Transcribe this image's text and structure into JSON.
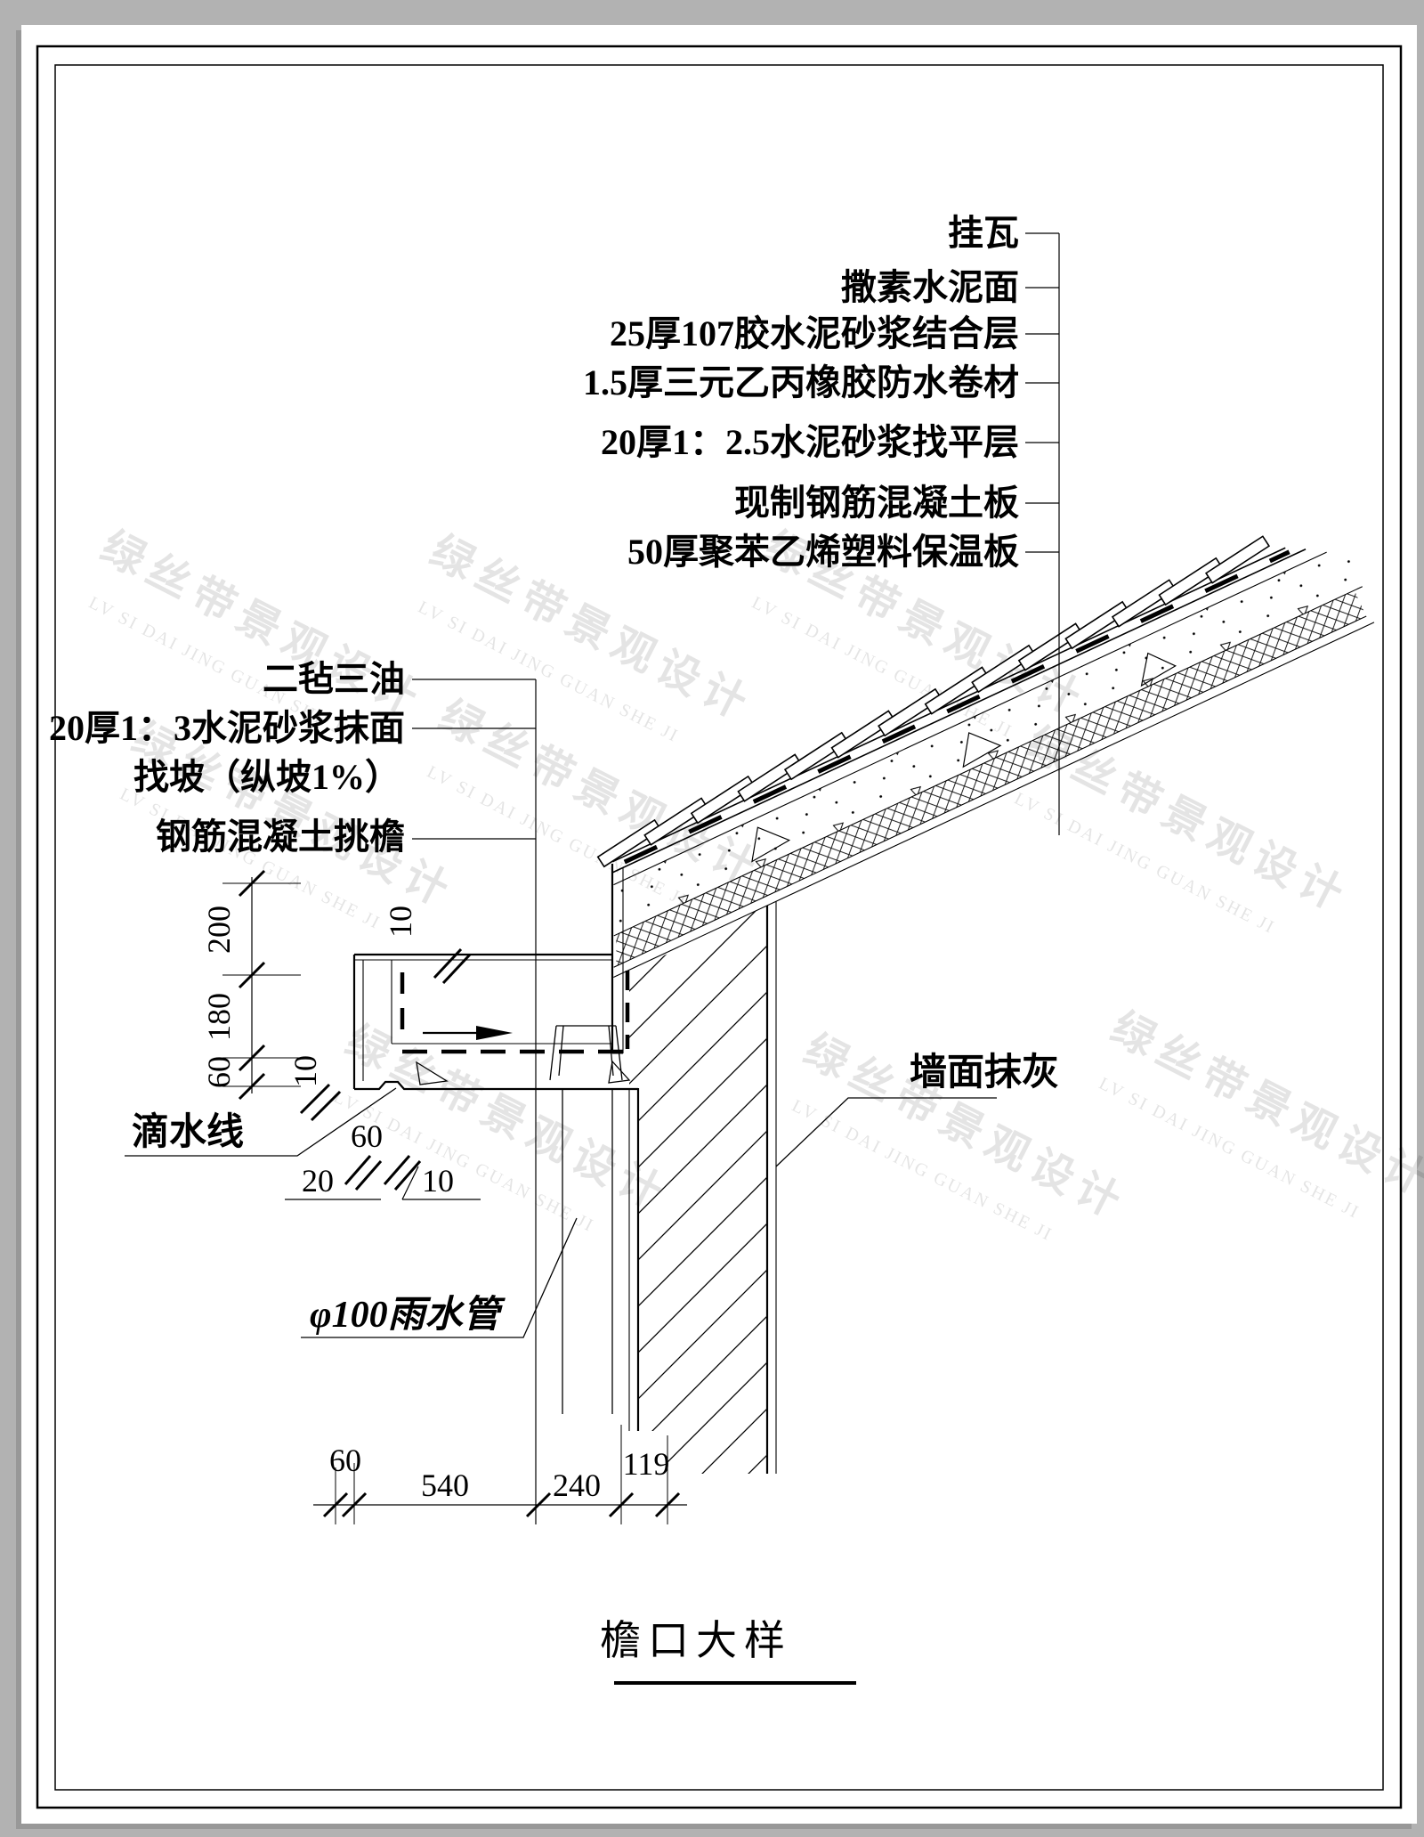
{
  "sheet": {
    "title": "檐口大样"
  },
  "watermark": {
    "cn": "绿丝带景观设计",
    "en": "LV SI DAI JING GUAN SHE JI"
  },
  "roof_layers": [
    "挂瓦",
    "撒素水泥面",
    "25厚107胶水泥砂浆结合层",
    "1.5厚三元乙丙橡胶防水卷材",
    "20厚1：2.5水泥砂浆找平层",
    "现制钢筋混凝土板",
    "50厚聚苯乙烯塑料保温板"
  ],
  "eave_notes": [
    "二毡三油",
    "20厚1：3水泥砂浆抹面",
    "找坡（纵坡1%）",
    "钢筋混凝土挑檐"
  ],
  "callouts": {
    "drip": "滴水线",
    "pipe": "φ100雨水管",
    "wall": "墙面抹灰"
  },
  "dims": {
    "v200": "200",
    "v180": "180",
    "v60": "60",
    "t10": "10",
    "b10": "10",
    "g60": "60",
    "g20": "20",
    "g10": "10",
    "w60": "60",
    "w540": "540",
    "w240": "240",
    "w119": "119"
  }
}
